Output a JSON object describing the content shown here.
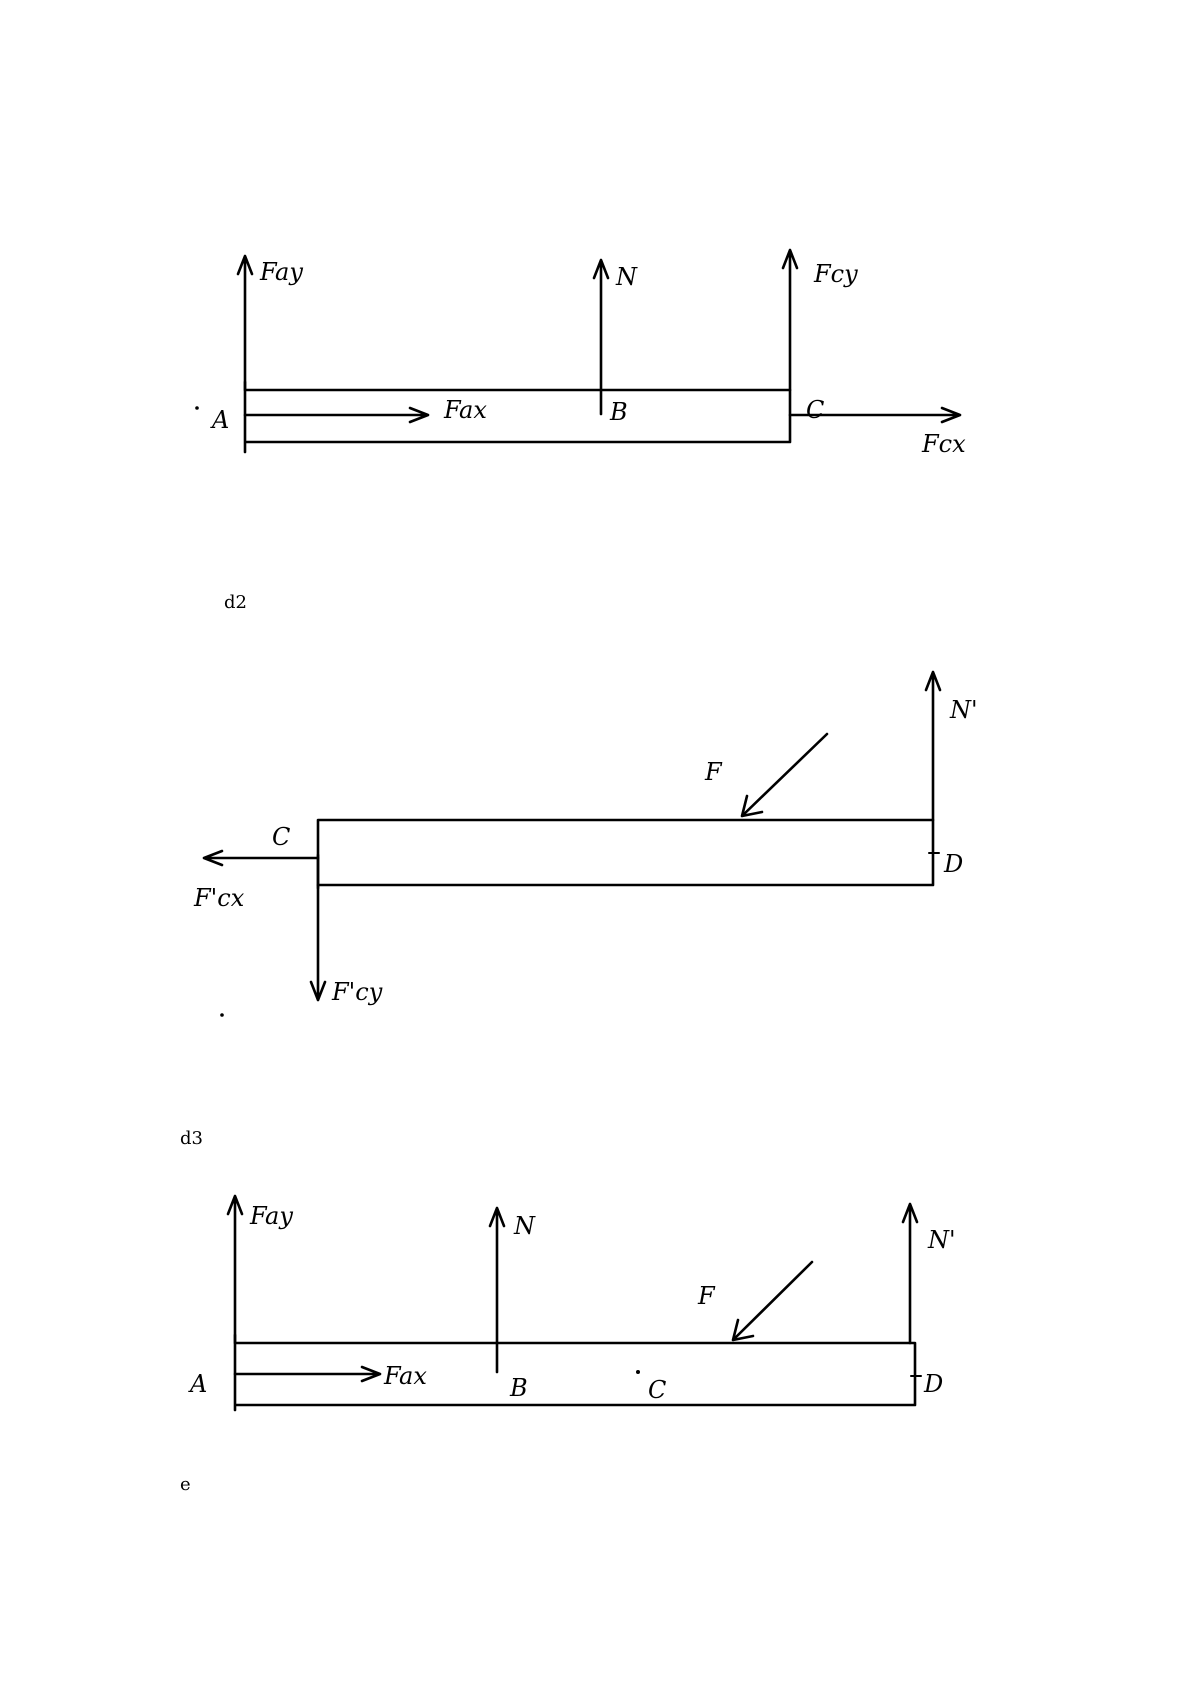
{
  "diagrams": [
    {
      "caption": "",
      "labels": {
        "fay": "Fay",
        "n": "N",
        "fcy": "Fcy",
        "a": "A",
        "fax": "Fax",
        "b": "B",
        "c": "C",
        "fcx": "Fcx"
      }
    },
    {
      "caption": "d2",
      "labels": {
        "n_prime": "N'",
        "f": "F",
        "c": "C",
        "d": "D",
        "fcx_prime": "F'cx",
        "fcy_prime": "F'cy"
      }
    },
    {
      "caption": "d3",
      "labels": {
        "fay": "Fay",
        "n": "N",
        "n_prime": "N'",
        "f": "F",
        "a": "A",
        "fax": "Fax",
        "b": "B",
        "c": "C",
        "d": "D"
      }
    }
  ],
  "footer_caption": "e"
}
